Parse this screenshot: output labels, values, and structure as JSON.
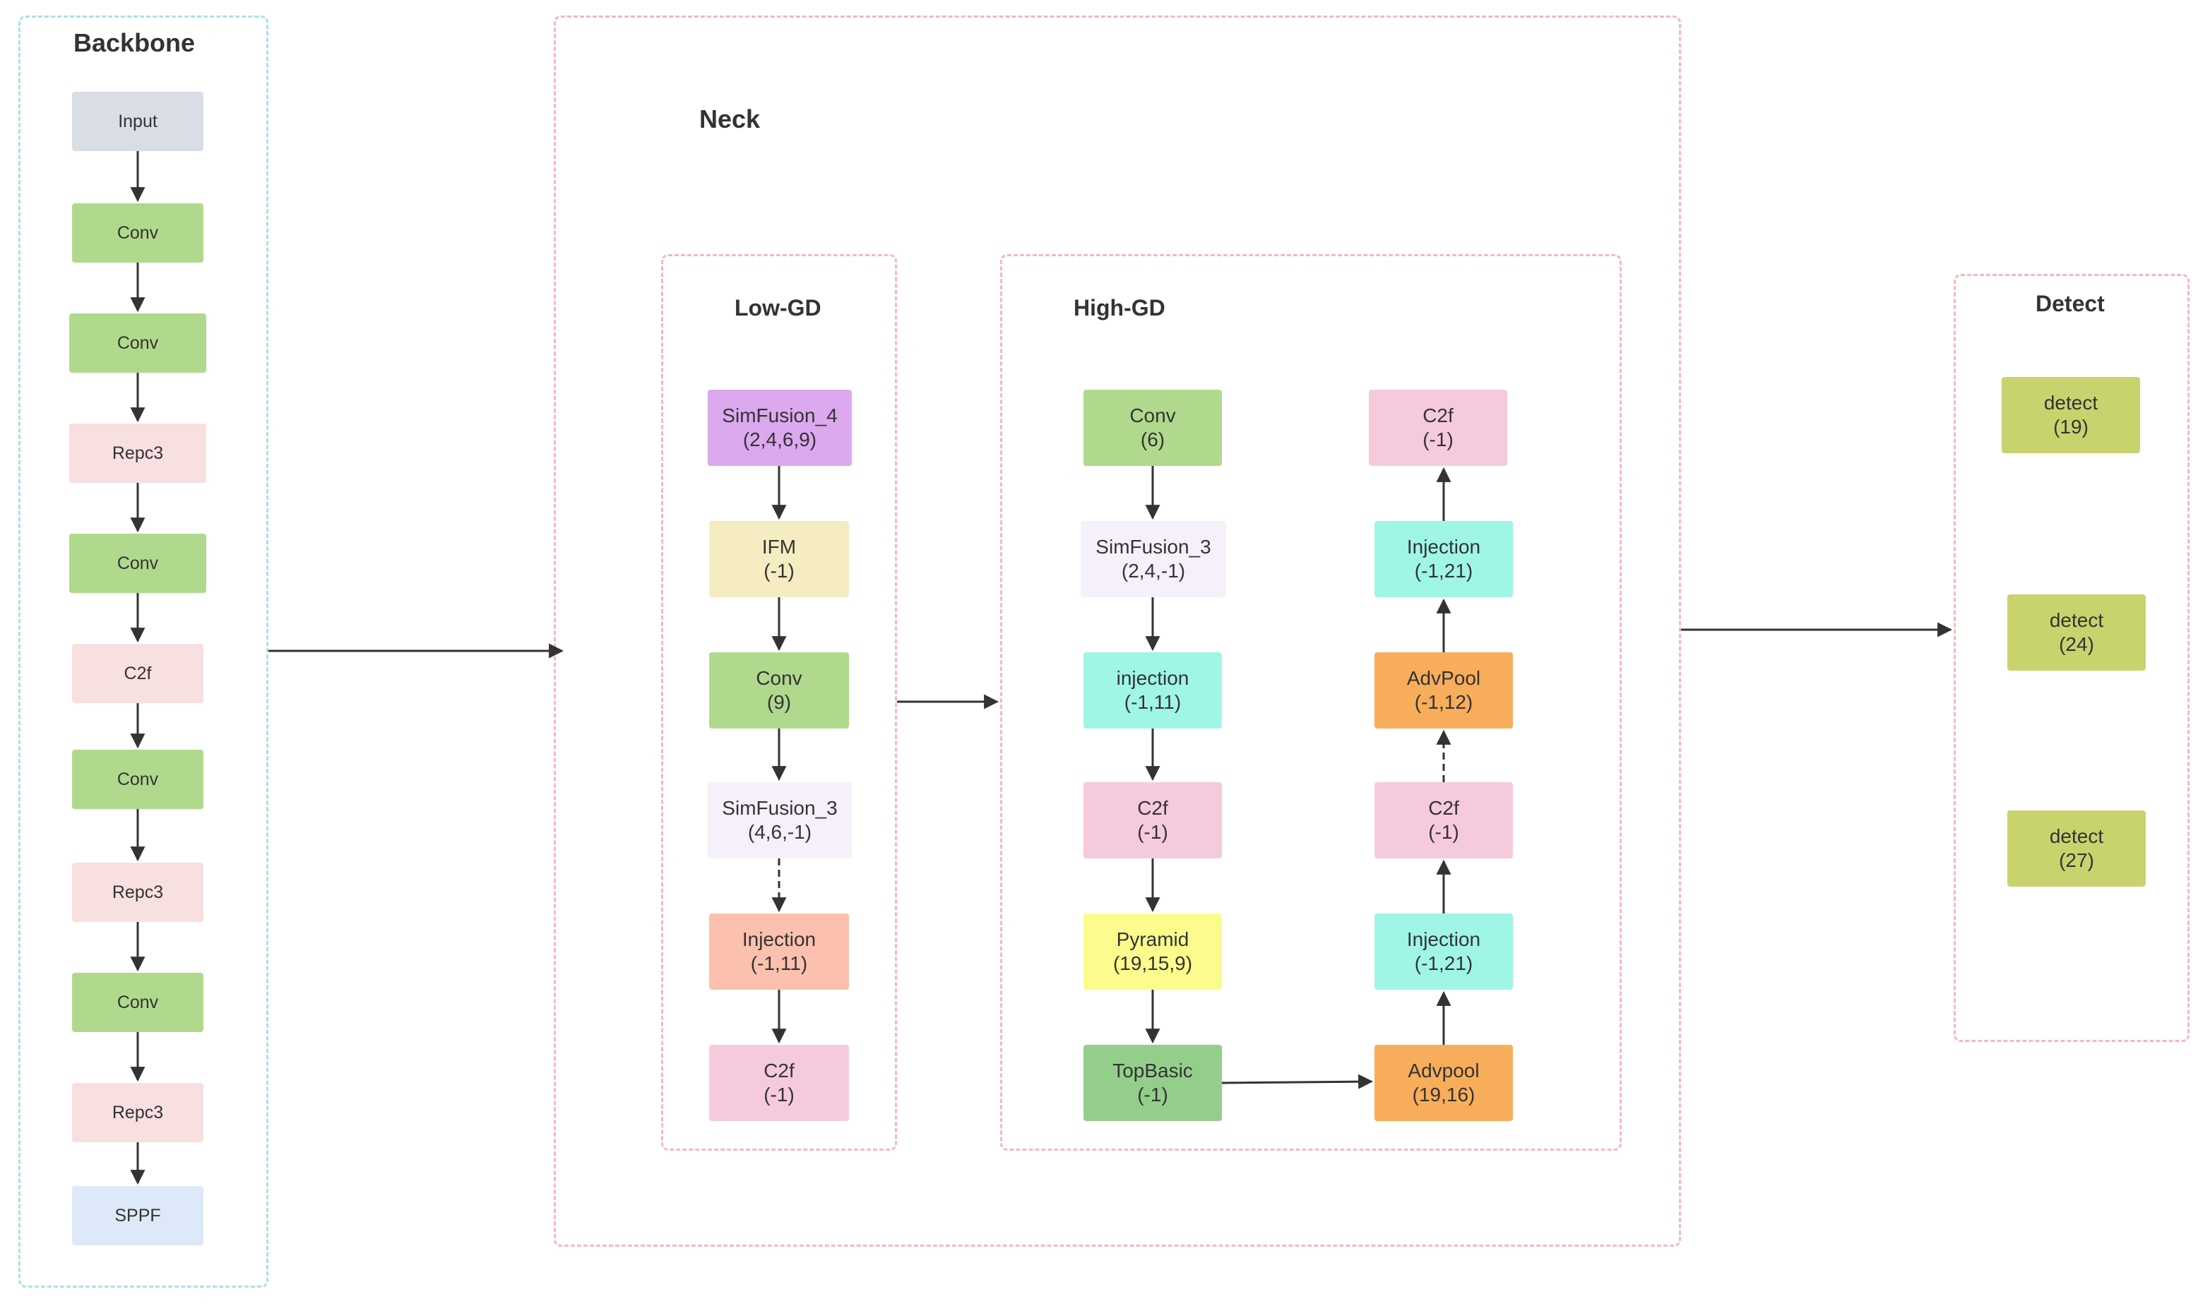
{
  "groups": {
    "backbone": "Backbone",
    "neck": "Neck",
    "low_gd": "Low-GD",
    "high_gd": "High-GD",
    "detect": "Detect"
  },
  "backbone": {
    "nodes": [
      "Input",
      "Conv",
      "Conv",
      "Repc3",
      "Conv",
      "C2f",
      "Conv",
      "Repc3",
      "Conv",
      "Repc3",
      "SPPF"
    ]
  },
  "low_gd": {
    "nodes": [
      "SimFusion_4\n(2,4,6,9)",
      "IFM\n(-1)",
      "Conv\n(9)",
      "SimFusion_3\n(4,6,-1)",
      "Injection\n(-1,11)",
      "C2f\n(-1)"
    ]
  },
  "high_gd": {
    "left": [
      "Conv\n(6)",
      "SimFusion_3\n(2,4,-1)",
      "injection\n(-1,11)",
      "C2f\n(-1)",
      "Pyramid\n(19,15,9)",
      "TopBasic\n(-1)"
    ],
    "right": [
      "C2f\n(-1)",
      "Injection\n(-1,21)",
      "AdvPool\n(-1,12)",
      "C2f\n(-1)",
      "Injection\n(-1,21)",
      "Advpool\n(19,16)"
    ]
  },
  "detect": {
    "nodes": [
      "detect\n(19)",
      "detect\n(24)",
      "detect\n(27)"
    ]
  },
  "colors": {
    "border_pink": "#f6b8b8",
    "border_cyan": "#a6e3e6",
    "input": "#d8dde6",
    "conv": "#b0d98d",
    "repc3": "#f8e0e0",
    "c2f_light": "#f8e0e0",
    "sppf": "#dde9f8",
    "simfusion4": "#dca8ee",
    "ifm": "#f6ecc2",
    "simfusion3": "#f6f0fb",
    "injection_salmon": "#fbc1ae",
    "c2f_pink": "#f6cadd",
    "injection_cyan": "#9ff6e6",
    "pyramid": "#fcfc8c",
    "topbasic": "#93cf8a",
    "advpool": "#f8ad5a",
    "detect": "#c9d36e",
    "arrow": "#333333"
  }
}
